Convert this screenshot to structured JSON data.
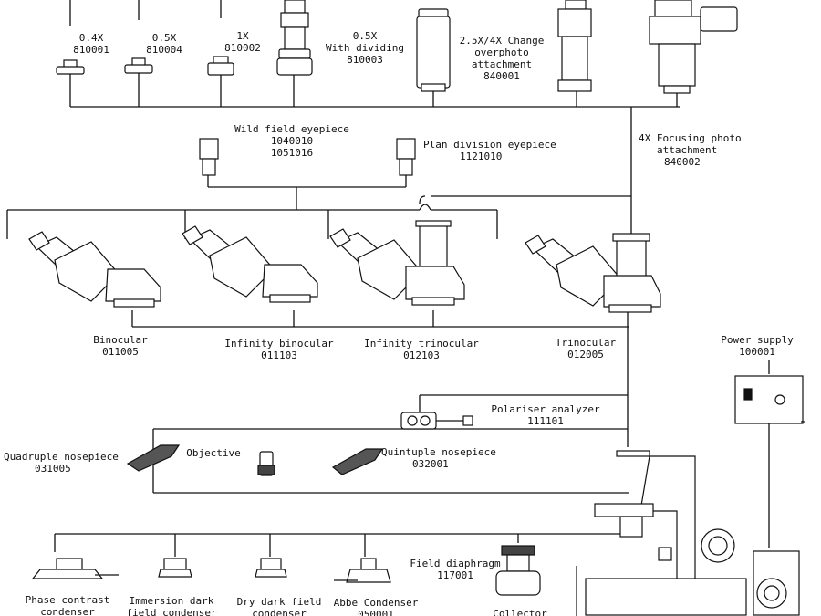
{
  "components": {
    "adapter_04x": {
      "line1": "0.4X",
      "code": "810001"
    },
    "adapter_05x": {
      "line1": "0.5X",
      "code": "810004"
    },
    "adapter_1x": {
      "line1": "1X",
      "code": "810002"
    },
    "adapter_05x_div": {
      "line1": "0.5X",
      "line2": "With dividing",
      "code": "810003"
    },
    "change_attach": {
      "line1": "2.5X/4X Change",
      "line2": "overphoto",
      "line3": "attachment",
      "code": "840001"
    },
    "wide_eyepiece": {
      "line1": "Wild field eyepiece",
      "code1": "1040010",
      "code2": "1051016"
    },
    "plan_eyepiece": {
      "line1": "Plan division eyepiece",
      "code": "1121010"
    },
    "focus_photo": {
      "line1": "4X Focusing photo",
      "line2": "attachment",
      "code": "840002"
    },
    "binocular": {
      "line1": "Binocular",
      "code": "011005"
    },
    "inf_binocular": {
      "line1": "Infinity binocular",
      "code": "011103"
    },
    "inf_trinocular": {
      "line1": "Infinity trinocular",
      "code": "012103"
    },
    "trinocular": {
      "line1": "Trinocular",
      "code": "012005"
    },
    "power_supply": {
      "line1": "Power supply",
      "code": "100001"
    },
    "polariser": {
      "line1": "Polariser analyzer",
      "code": "111101"
    },
    "quad_nose": {
      "line1": "Quadruple nosepiece",
      "code": "031005"
    },
    "objective": {
      "line1": "Objective"
    },
    "quint_nose": {
      "line1": "Quintuple nosepiece",
      "code": "032001"
    },
    "field_diaphragm": {
      "line1": "Field diaphragm",
      "code": "117001"
    },
    "phase_condenser": {
      "line1": "Phase contrast",
      "line2": "condenser"
    },
    "immersion_condenser": {
      "line1": "Immersion dark",
      "line2": "field condenser"
    },
    "dry_condenser": {
      "line1": "Dry dark field",
      "line2": "condenser"
    },
    "abbe_condenser": {
      "line1": "Abbe Condenser",
      "code": "050001"
    },
    "collector": {
      "line1": "Collector"
    }
  }
}
